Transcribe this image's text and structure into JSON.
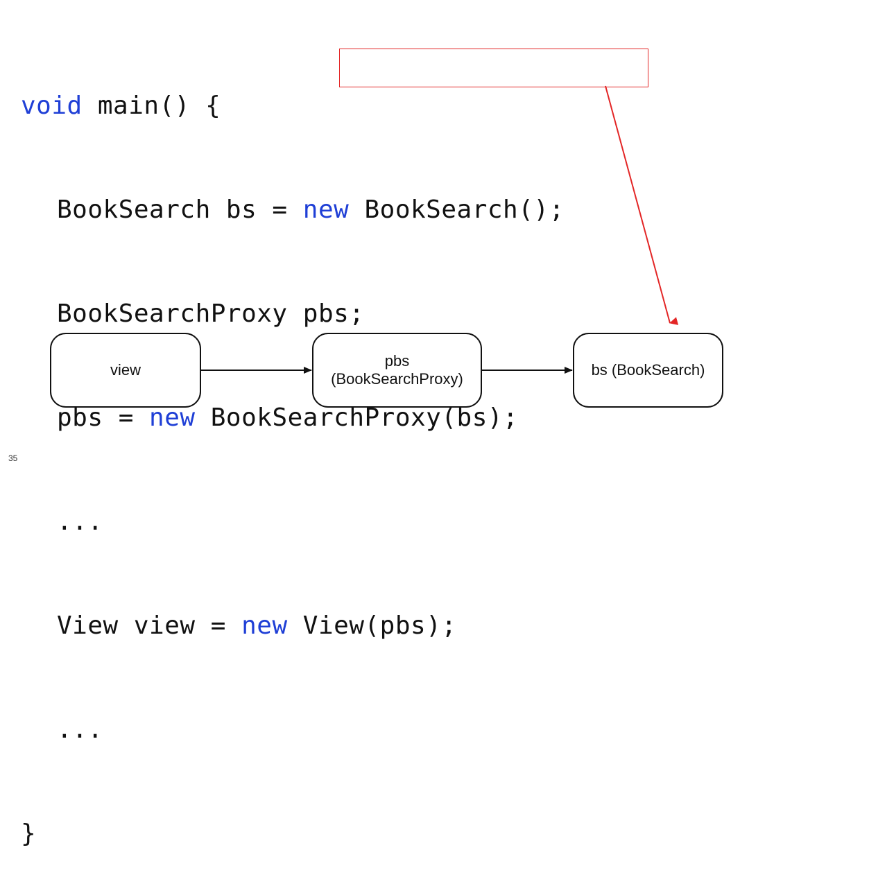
{
  "code": {
    "line1": {
      "keyword": "void",
      "rest": " main() {"
    },
    "line2": {
      "prefix": "BookSearch bs = ",
      "keyword": "new",
      "rest": " BookSearch();"
    },
    "line3": {
      "text": "BookSearchProxy pbs;"
    },
    "line4": {
      "prefix": "pbs = ",
      "keyword": "new",
      "rest": " BookSearchProxy(bs);"
    },
    "line5": {
      "text": "..."
    },
    "line6": {
      "prefix": "View view = ",
      "keyword": "new",
      "rest": " View(pbs);"
    },
    "line7": {
      "text": "..."
    },
    "line8": {
      "text": "}"
    }
  },
  "diagram": {
    "nodes": [
      {
        "id": "view",
        "label_lines": [
          "view"
        ]
      },
      {
        "id": "pbs",
        "label_lines": [
          "pbs",
          "(BookSearchProxy)"
        ]
      },
      {
        "id": "bs",
        "label_lines": [
          "bs (BookSearch)"
        ]
      }
    ],
    "edges": [
      {
        "from": "view",
        "to": "pbs"
      },
      {
        "from": "pbs",
        "to": "bs"
      },
      {
        "from": "highlighted-expression",
        "to": "bs"
      }
    ]
  },
  "colors": {
    "keyword": "#1f3fd6",
    "highlight": "#e32626",
    "arrow_red": "#e32626",
    "text": "#111111"
  },
  "page_number": "35"
}
